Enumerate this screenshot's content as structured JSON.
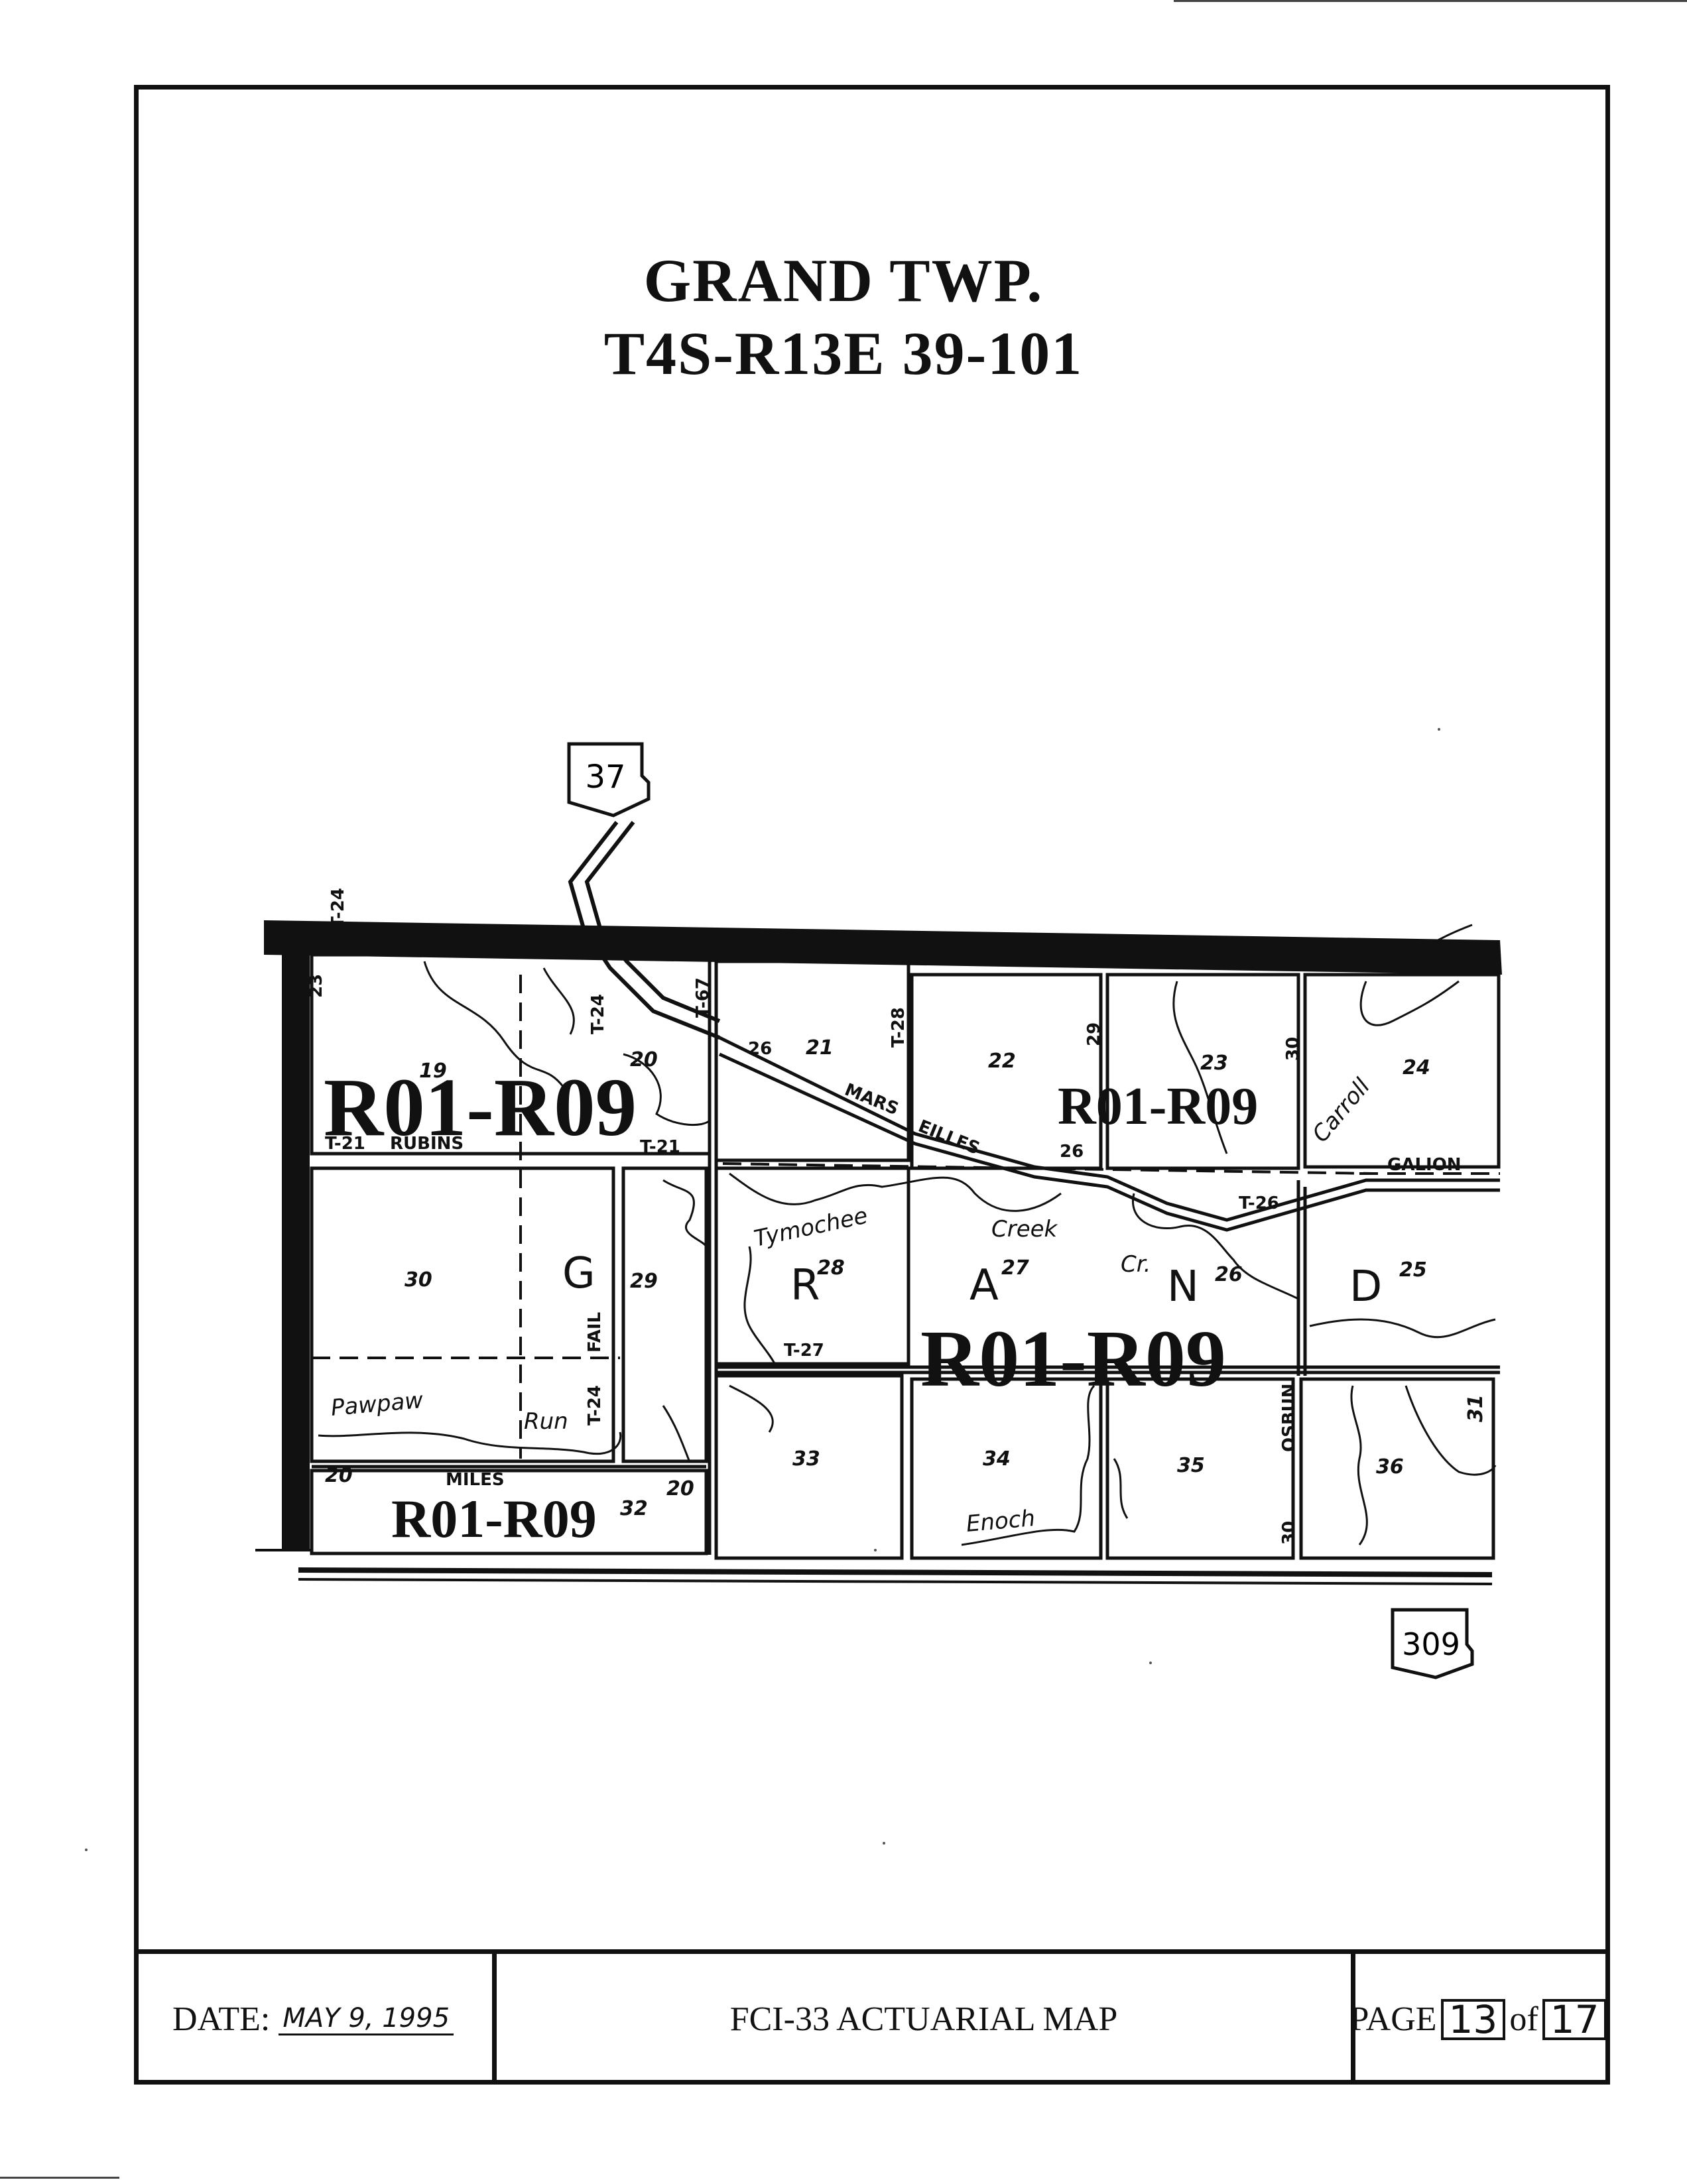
{
  "title": {
    "line1": "GRAND  TWP.",
    "line2": "T4S-R13E   39-101"
  },
  "map": {
    "route_shields": [
      "37",
      "309"
    ],
    "rate_labels": [
      "R01-R09",
      "R01-R09",
      "R01-R09",
      "R01-R09"
    ],
    "township_letters": [
      "G",
      "R",
      "A",
      "N",
      "D"
    ],
    "section_numbers": [
      "19",
      "20",
      "21",
      "22",
      "23",
      "24",
      "30",
      "29",
      "28",
      "27",
      "26",
      "25",
      "32",
      "33",
      "34",
      "35",
      "36",
      "31",
      "20",
      "20"
    ],
    "road_labels": [
      "T-24",
      "T-67",
      "T-28",
      "T-21",
      "RUBINS",
      "T-21",
      "MARS",
      "EILLES",
      "26",
      "29",
      "30",
      "GALION",
      "T-26",
      "T-27",
      "FAIL",
      "T-24",
      "MILES",
      "OSBUN",
      "30",
      "26",
      "23",
      "T-24"
    ],
    "water_labels": [
      "Tymochee",
      "Creek",
      "Cr.",
      "Carroll",
      "Pawpaw",
      "Run",
      "Enoch"
    ]
  },
  "footer": {
    "date_label": "DATE:",
    "date_value": "MAY 9, 1995",
    "map_name": "FCI-33 ACTUARIAL  MAP",
    "page_label": "PAGE",
    "page_current": "13",
    "page_of": "of",
    "page_total": "17"
  }
}
